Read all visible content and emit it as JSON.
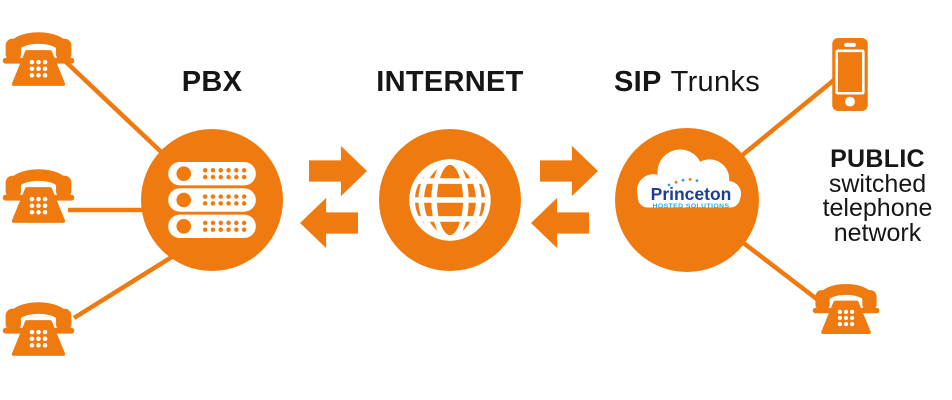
{
  "colors": {
    "orange": "#EF7B10",
    "ink": "#161616",
    "logo_navy": "#1C3F90",
    "logo_cyan": "#2AA9DF"
  },
  "nodes": {
    "pbx": {
      "label": "PBX"
    },
    "internet": {
      "label": "INTERNET"
    },
    "sip": {
      "label_bold": "SIP",
      "label_regular": "Trunks",
      "logo": {
        "name": "Princeton",
        "tagline": "HOSTED SOLUTIONS"
      }
    }
  },
  "pstn": {
    "line1": "PUBLIC",
    "line2": "switched",
    "line3": "telephone",
    "line4": "network"
  },
  "icons": {
    "desk-phone-icon": "classic desk telephone silhouette",
    "server-stack-icon": "three-bar rack server",
    "globe-icon": "wireframe globe",
    "cloud-icon": "cloud with flat base",
    "mobile-phone-icon": "smartphone",
    "arrow-right-icon": "solid block arrow pointing right",
    "arrow-left-icon": "solid block arrow pointing left"
  }
}
